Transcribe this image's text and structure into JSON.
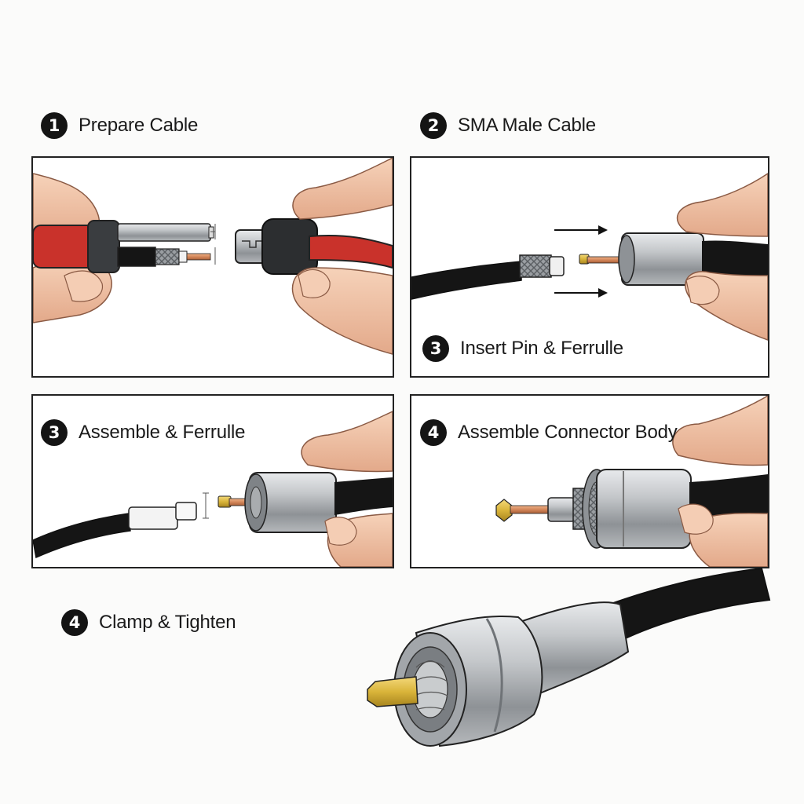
{
  "steps": [
    {
      "number": "1",
      "label": "Prepare Cable"
    },
    {
      "number": "2",
      "label": "SMA Male Cable"
    },
    {
      "number": "3",
      "label": "Insert Pin & Ferrulle"
    },
    {
      "number": "3",
      "label": "Assemble & Ferrulle"
    },
    {
      "number": "4",
      "label": "Assemble Connector Body"
    },
    {
      "number": "4",
      "label": "Clamp & Tighten"
    }
  ],
  "colors": {
    "skin": "#f0c3a6",
    "skin_shadow": "#d79e80",
    "cable_black": "#151515",
    "cable_red": "#c9322b",
    "metal": "#b9bcbf",
    "copper": "#d4875a",
    "gold": "#d9b43a",
    "outline": "#222222"
  }
}
